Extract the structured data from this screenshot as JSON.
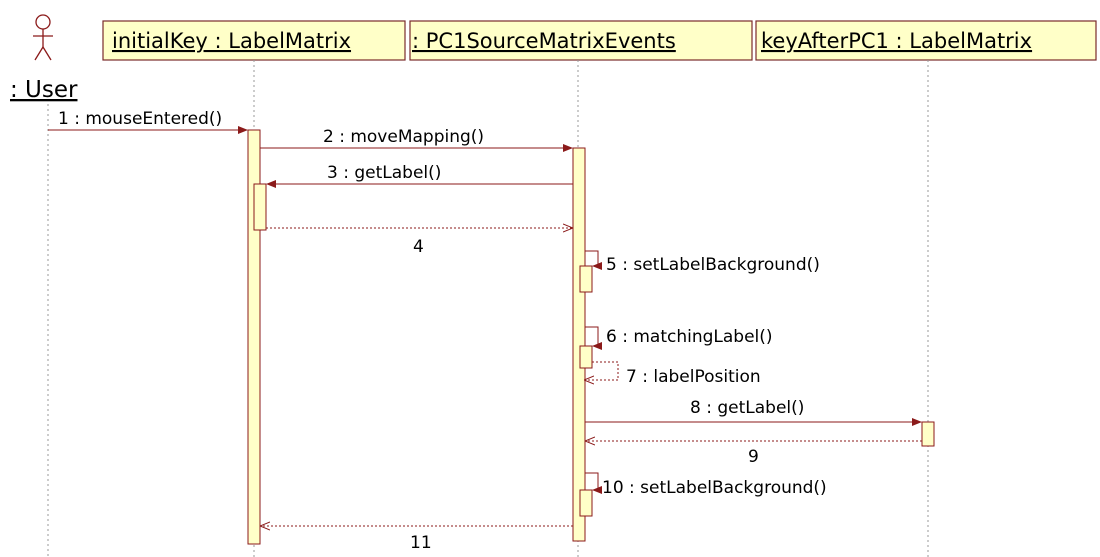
{
  "actor": {
    "label": ": User"
  },
  "lifelines": [
    {
      "id": "initialKey",
      "label": "initialKey : LabelMatrix"
    },
    {
      "id": "pc1",
      "label": " : PC1SourceMatrixEvents"
    },
    {
      "id": "keyAfter",
      "label": "keyAfterPC1 : LabelMatrix"
    }
  ],
  "messages": [
    {
      "n": "1",
      "label": "1 : mouseEntered()"
    },
    {
      "n": "2",
      "label": "2 : moveMapping()"
    },
    {
      "n": "3",
      "label": "3 : getLabel()"
    },
    {
      "n": "4",
      "label": "4"
    },
    {
      "n": "5",
      "label": "5 : setLabelBackground()"
    },
    {
      "n": "6",
      "label": "6 : matchingLabel()"
    },
    {
      "n": "7",
      "label": "7 : labelPosition"
    },
    {
      "n": "8",
      "label": "8 : getLabel()"
    },
    {
      "n": "9",
      "label": "9"
    },
    {
      "n": "10",
      "label": "10 : setLabelBackground()"
    },
    {
      "n": "11",
      "label": "11"
    }
  ],
  "colors": {
    "header_fill": "#ffffc8",
    "header_border": "#7a2b2b",
    "message_line": "#8b1a1a",
    "lifeline": "#9a9a9a",
    "activation_fill": "#ffffc8"
  }
}
